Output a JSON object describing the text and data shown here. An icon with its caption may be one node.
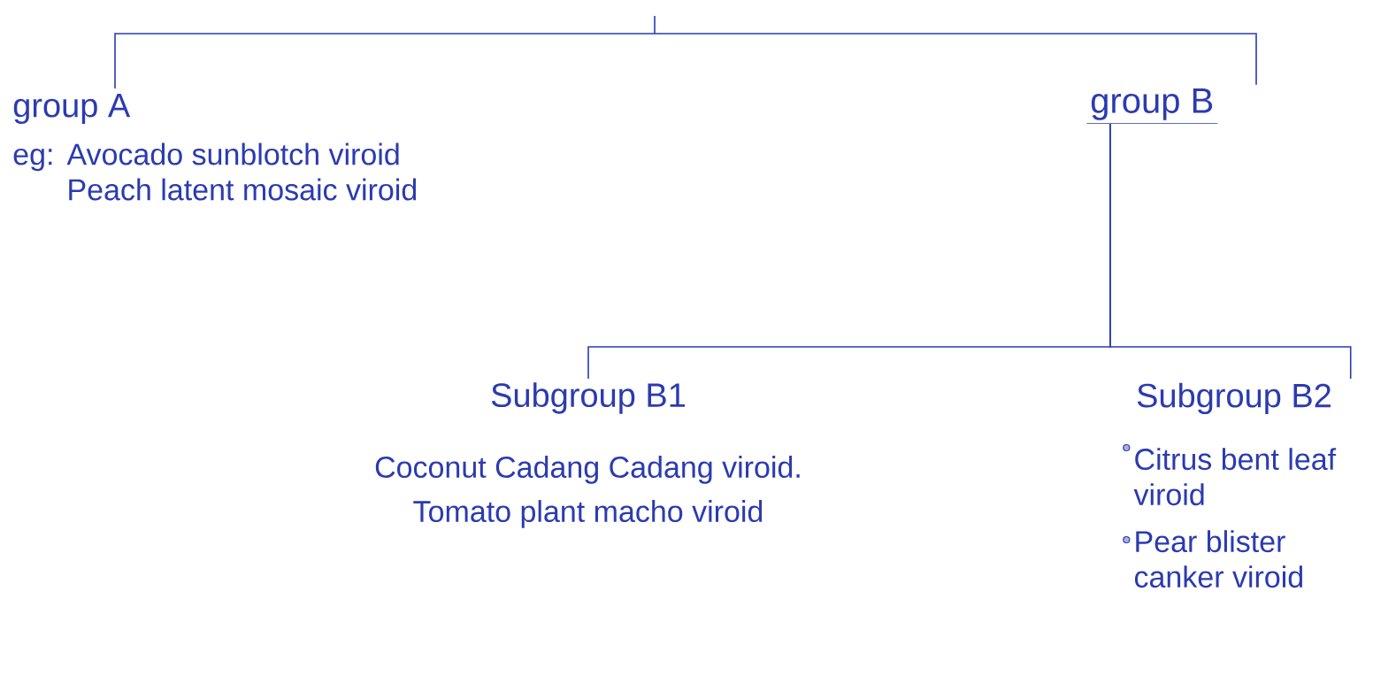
{
  "diagram": {
    "nodes": [
      {
        "text": [
          "group A",
          "eg:",
          "Avocado sunblotch viroid",
          "Peach latent mosaic viroid"
        ]
      },
      {
        "text": [
          "group B"
        ]
      },
      {
        "text": [
          "Subgroup B1",
          "Coconut Cadang Cadang viroid.",
          "Tomato plant macho viroid"
        ]
      },
      {
        "text": [
          "Subgroup B2",
          "Citrus bent leaf viroid",
          "Pear blister canker viroid"
        ]
      }
    ],
    "edges": [
      {
        "from": null,
        "to": 0,
        "arrow": "none"
      },
      {
        "from": null,
        "to": 1,
        "arrow": "none"
      },
      {
        "from": 1,
        "to": 2,
        "arrow": "none"
      },
      {
        "from": 1,
        "to": 3,
        "arrow": "none"
      }
    ]
  }
}
